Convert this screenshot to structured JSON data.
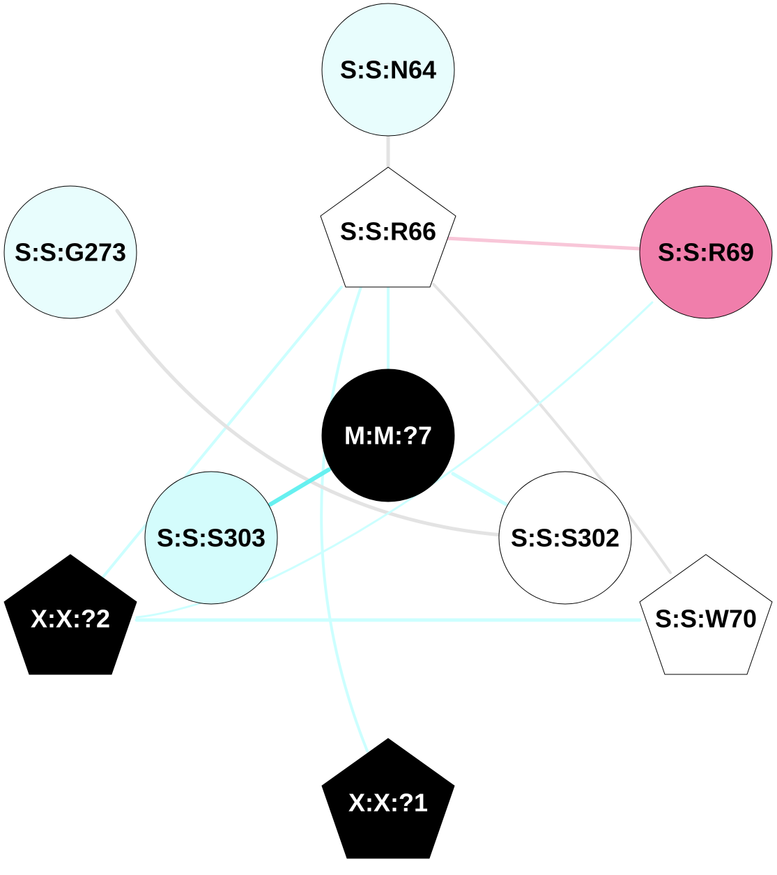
{
  "colors": {
    "edge_gray": "#e3e3e3",
    "edge_cyan": "#ccffff",
    "edge_cyan_strong": "#66f0f0",
    "edge_pink": "#f8c6d8",
    "node_light_cyan": "#e8fdfd",
    "node_cyan": "#d4fcfc",
    "node_pink": "#f07eab",
    "node_white": "#ffffff",
    "node_black": "#000000"
  },
  "nodes": {
    "n64": {
      "label": "S:S:N64",
      "shape": "circle",
      "fill": "#e8fdfd",
      "text": "#000000"
    },
    "r66": {
      "label": "S:S:R66",
      "shape": "pentagon",
      "fill": "#ffffff",
      "text": "#000000"
    },
    "g273": {
      "label": "S:S:G273",
      "shape": "circle",
      "fill": "#e8fdfd",
      "text": "#000000"
    },
    "r69": {
      "label": "S:S:R69",
      "shape": "circle",
      "fill": "#f07eab",
      "text": "#000000"
    },
    "m7": {
      "label": "M:M:?7",
      "shape": "circle",
      "fill": "#000000",
      "text": "#ffffff"
    },
    "s303": {
      "label": "S:S:S303",
      "shape": "circle",
      "fill": "#d4fcfc",
      "text": "#000000"
    },
    "s302": {
      "label": "S:S:S302",
      "shape": "circle",
      "fill": "#ffffff",
      "text": "#000000"
    },
    "x2": {
      "label": "X:X:?2",
      "shape": "pentagon",
      "fill": "#000000",
      "text": "#ffffff"
    },
    "w70": {
      "label": "S:S:W70",
      "shape": "pentagon",
      "fill": "#ffffff",
      "text": "#000000"
    },
    "x1": {
      "label": "X:X:?1",
      "shape": "pentagon",
      "fill": "#000000",
      "text": "#ffffff"
    }
  },
  "edges": [
    {
      "from": "n64",
      "to": "r66",
      "color": "edge_gray"
    },
    {
      "from": "r66",
      "to": "r69",
      "color": "edge_pink"
    },
    {
      "from": "r66",
      "to": "m7",
      "color": "edge_cyan"
    },
    {
      "from": "r66",
      "to": "x2",
      "color": "edge_cyan"
    },
    {
      "from": "r66",
      "to": "x1",
      "color": "edge_cyan"
    },
    {
      "from": "r66",
      "to": "w70",
      "color": "edge_gray"
    },
    {
      "from": "g273",
      "to": "s302",
      "color": "edge_gray"
    },
    {
      "from": "r69",
      "to": "x2",
      "color": "edge_cyan"
    },
    {
      "from": "m7",
      "to": "s303",
      "color": "edge_cyan_strong"
    },
    {
      "from": "m7",
      "to": "s302",
      "color": "edge_cyan"
    },
    {
      "from": "x2",
      "to": "w70",
      "color": "edge_cyan"
    }
  ]
}
